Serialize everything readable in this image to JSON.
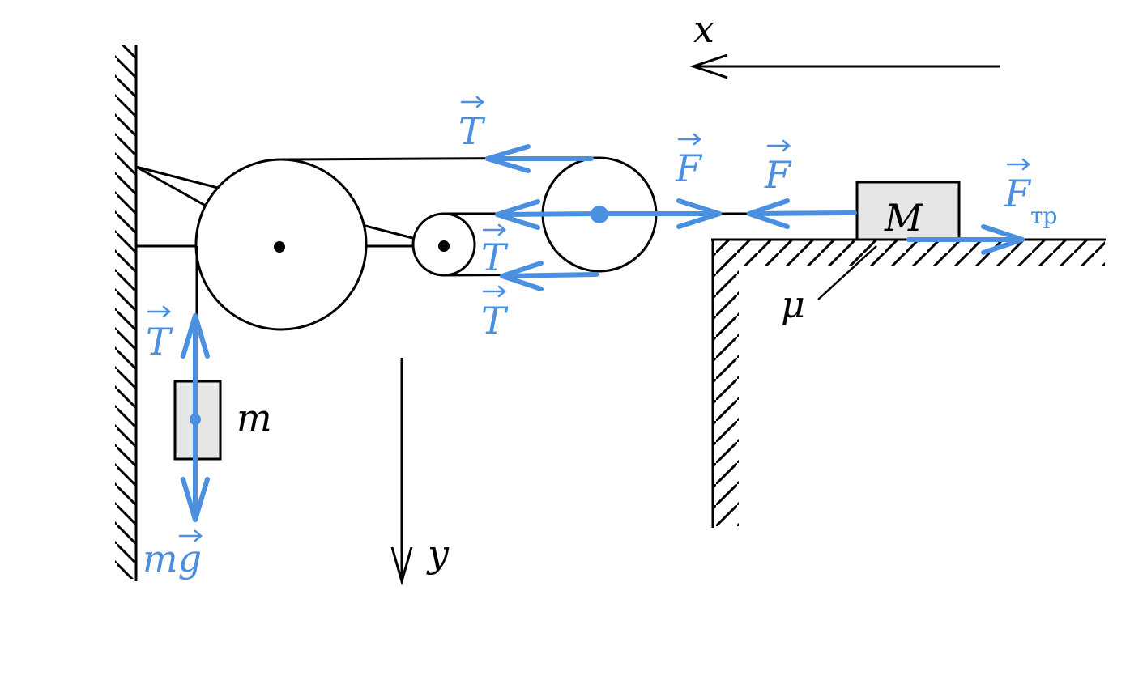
{
  "labels": {
    "x_axis": "x",
    "y_axis": "y",
    "hanging_mass": "m",
    "block_mass": "M",
    "friction_coef": "μ",
    "tension_top": "T",
    "tension_middle": "T",
    "tension_bottom": "T",
    "tension_mass": "T",
    "weight": "mg",
    "force_pulley": "F",
    "force_block": "F",
    "friction_force": "F",
    "friction_subscript": "тр"
  },
  "colors": {
    "force": "#4a8fe0",
    "line": "#000000",
    "block_fill": "#e6e6e6"
  }
}
